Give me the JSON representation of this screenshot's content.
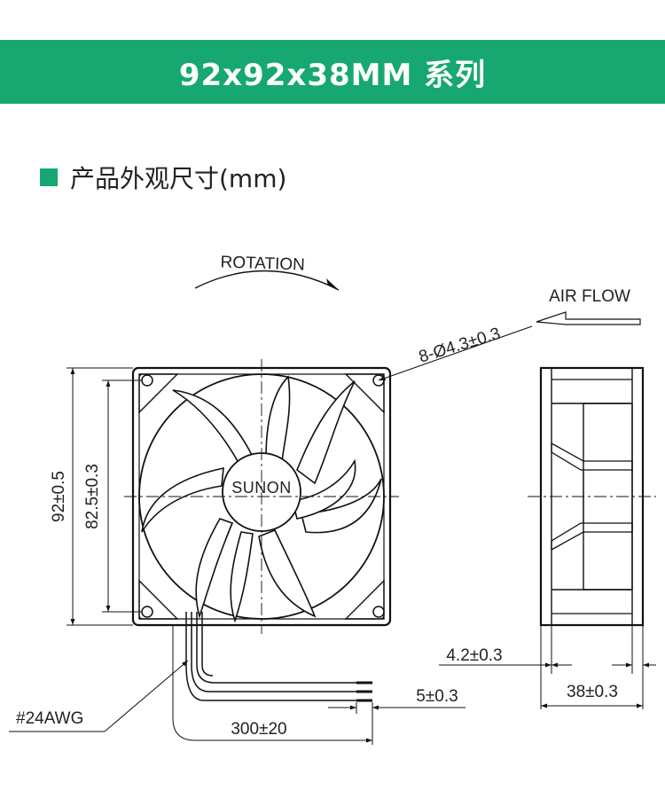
{
  "header": {
    "title": "92x92x38MM 系列"
  },
  "section": {
    "title": "产品外观尺寸(mm)"
  },
  "colors": {
    "accent": "#16a870",
    "line": "#111111",
    "text": "#222222"
  },
  "drawing": {
    "brand": "SUNON",
    "rotation_label": "ROTATION",
    "airflow_label": "AIR FLOW",
    "hole_spec": "8-Ø4.3±0.3",
    "outer_dim": "92±0.5",
    "hole_pitch_dim": "82.5±0.3",
    "lead_gauge": "#24AWG",
    "lead_strip": "5±0.3",
    "lead_length": "300±20",
    "flange_thickness": "4.2±0.3",
    "fan_depth": "38±0.3"
  }
}
